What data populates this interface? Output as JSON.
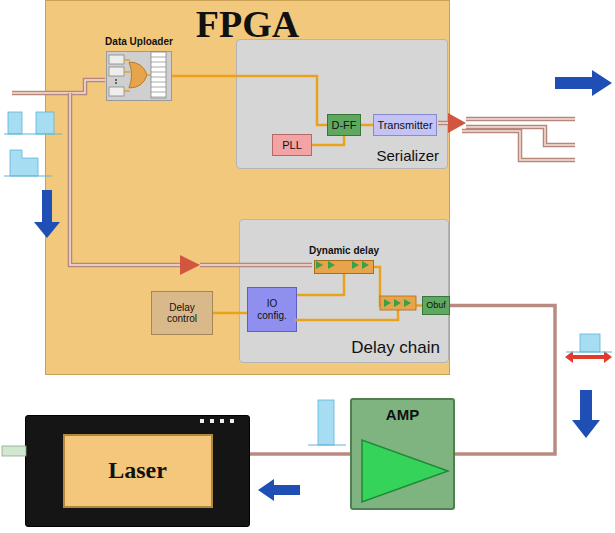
{
  "diagram": {
    "nodes": [
      {
        "text": [
          "FPGA"
        ]
      },
      {
        "text": [
          "Data Uploader"
        ],
        "in": 0
      },
      {
        "text": [
          "Serializer"
        ],
        "in": 0
      },
      {
        "text": [
          "PLL"
        ],
        "in": 2
      },
      {
        "text": [
          "D-FF"
        ],
        "in": 2
      },
      {
        "text": [
          "Transmitter"
        ],
        "in": 2
      },
      {
        "text": [
          "Delay chain"
        ],
        "in": 0
      },
      {
        "text": [
          "Delay control"
        ],
        "in": 0
      },
      {
        "text": [
          "IO config."
        ],
        "in": 6
      },
      {
        "text": [
          "Dynamic delay"
        ],
        "in": 6
      },
      {
        "text": [
          "Obuf"
        ],
        "in": 6
      },
      {
        "text": [
          "AMP"
        ]
      },
      {
        "text": [
          "Laser"
        ]
      }
    ],
    "edges": [
      {
        "from": 1,
        "to": 4,
        "arrow": "none"
      },
      {
        "from": 3,
        "to": 4,
        "arrow": "none"
      },
      {
        "from": 4,
        "to": 5,
        "arrow": "none"
      },
      {
        "from": 7,
        "to": 8,
        "arrow": "none"
      },
      {
        "from": 8,
        "to": 9,
        "arrow": "none"
      },
      {
        "from": 9,
        "to": 10,
        "arrow": "none"
      },
      {
        "from": 10,
        "to": 11,
        "arrow": "none"
      },
      {
        "from": 11,
        "to": 12,
        "arrow": "none"
      }
    ]
  }
}
